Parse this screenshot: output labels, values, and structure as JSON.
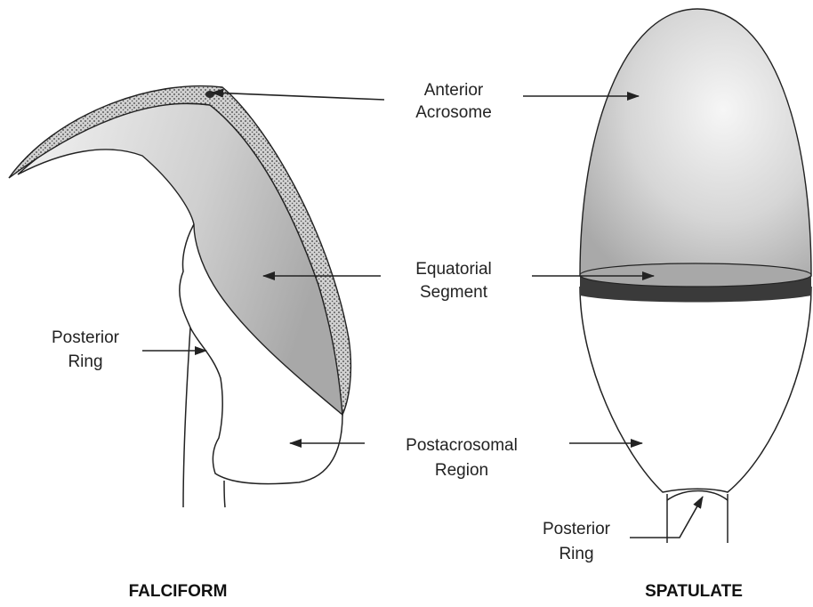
{
  "labels": {
    "anterior_acrosome": [
      "Anterior",
      "Acrosome"
    ],
    "equatorial_segment": [
      "Equatorial",
      "Segment"
    ],
    "postacrosomal_region": [
      "Postacrosomal",
      "Region"
    ],
    "posterior_ring_left": [
      "Posterior",
      "Ring"
    ],
    "posterior_ring_right": [
      "Posterior",
      "Ring"
    ]
  },
  "captions": {
    "falciform": "FALCIFORM",
    "spatulate": "SPATULATE"
  },
  "colors": {
    "line": "#222222",
    "acrosome_shade_light": "#f4f4f4",
    "acrosome_shade_dark": "#b8b8b8",
    "equatorial_band_dark": "#3a3a3a",
    "equatorial_band_mid": "#a8a8a8"
  }
}
